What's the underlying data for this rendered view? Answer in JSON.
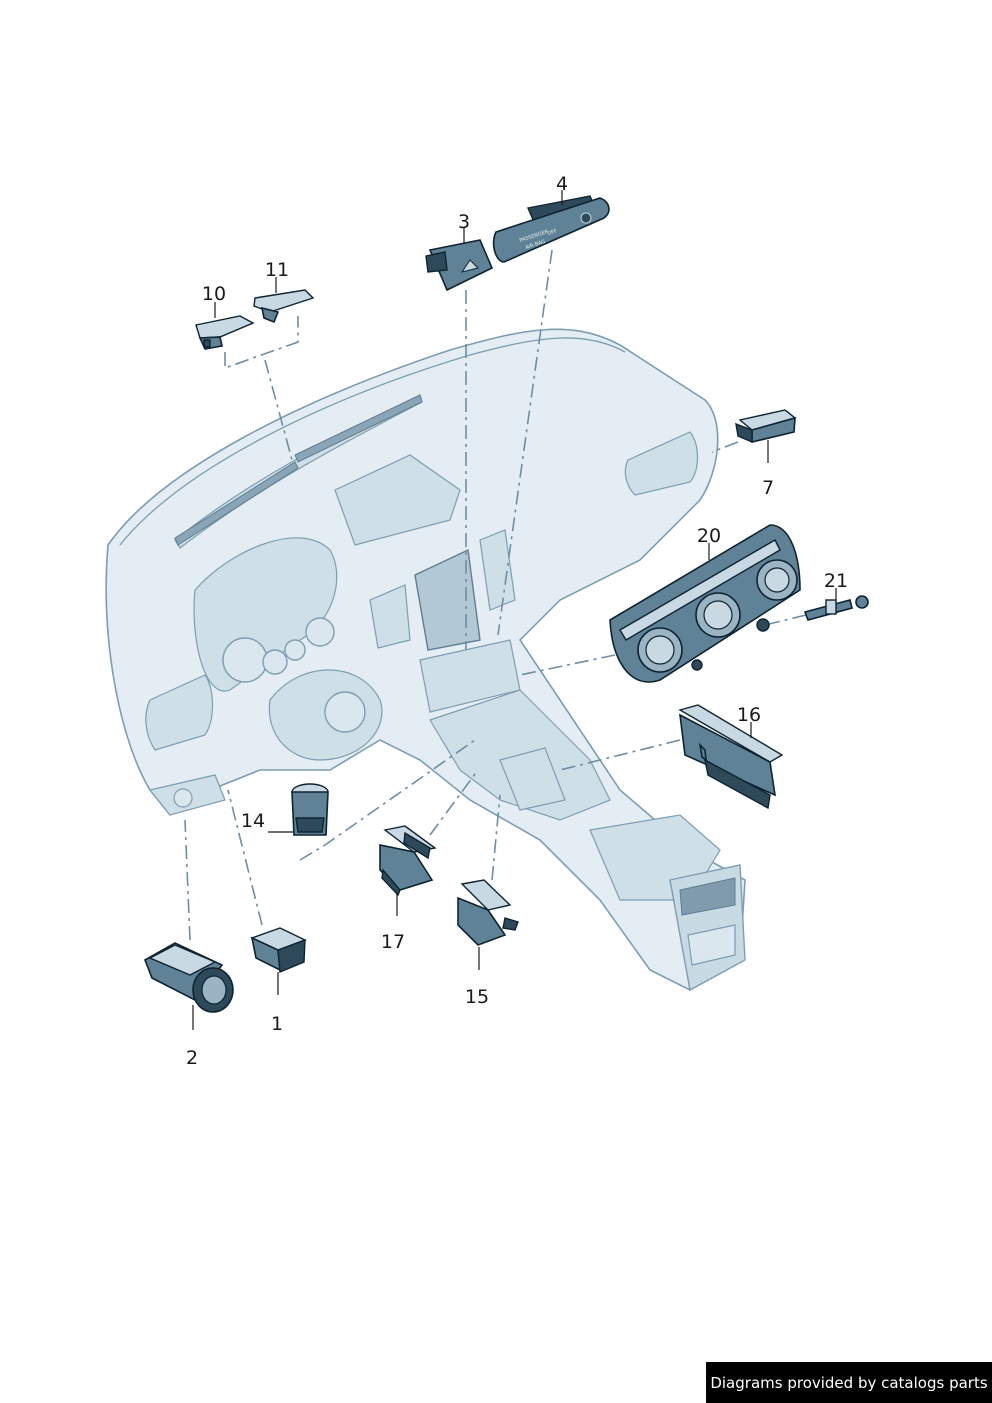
{
  "callouts": [
    {
      "id": "1",
      "label": "1"
    },
    {
      "id": "2",
      "label": "2"
    },
    {
      "id": "3",
      "label": "3"
    },
    {
      "id": "4",
      "label": "4"
    },
    {
      "id": "7",
      "label": "7"
    },
    {
      "id": "10",
      "label": "10"
    },
    {
      "id": "11",
      "label": "11"
    },
    {
      "id": "14",
      "label": "14"
    },
    {
      "id": "15",
      "label": "15"
    },
    {
      "id": "16",
      "label": "16"
    },
    {
      "id": "17",
      "label": "17"
    },
    {
      "id": "20",
      "label": "20"
    },
    {
      "id": "21",
      "label": "21"
    }
  ],
  "part_texts": {
    "airbag_panel_line1": "PASSENGER",
    "airbag_panel_line2": "AIR BAG",
    "airbag_panel_off": "OFF"
  },
  "watermark": "Diagrams provided by catalogs parts",
  "colors": {
    "part_fill": "#5f8296",
    "outline": "#0e2330",
    "dashboard_fill": "#e3edf3",
    "leader_dash": "#6f8ea2",
    "watermark_bg": "#000000",
    "watermark_text": "#ffffff"
  }
}
